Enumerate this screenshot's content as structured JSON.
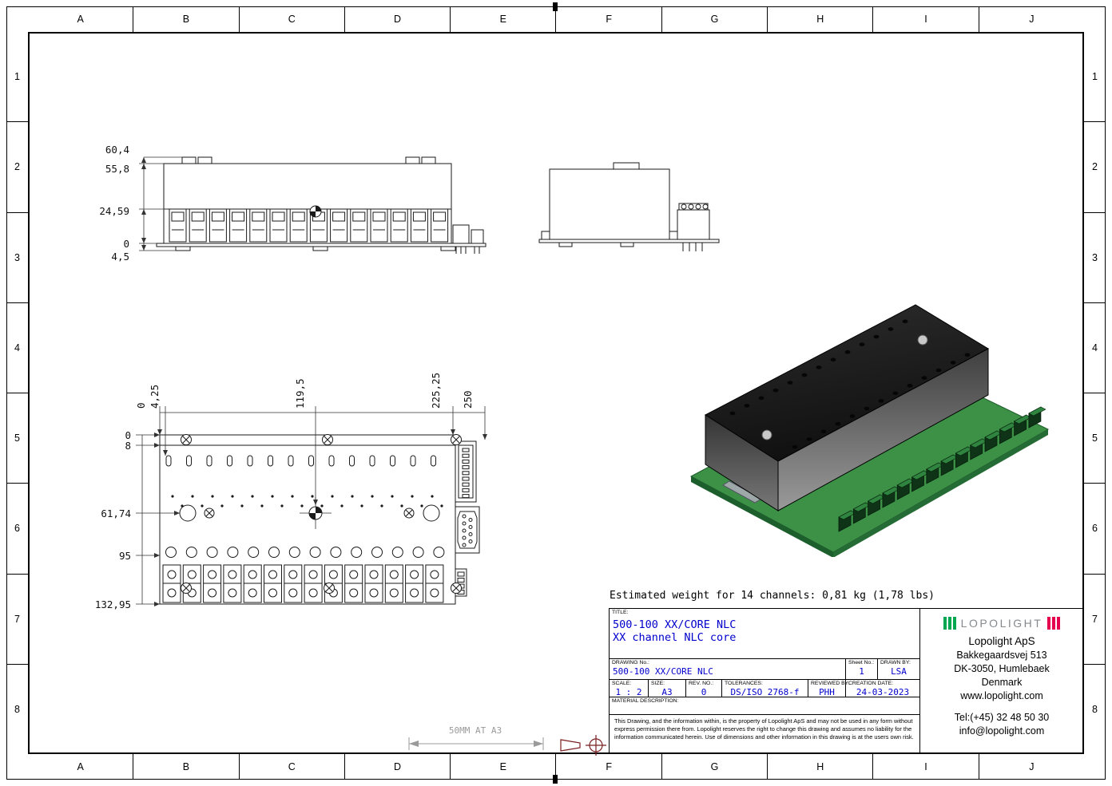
{
  "border": {
    "columns": [
      "A",
      "B",
      "C",
      "D",
      "E",
      "F",
      "G",
      "H",
      "I",
      "J"
    ],
    "rows": [
      "1",
      "2",
      "3",
      "4",
      "5",
      "6",
      "7",
      "8"
    ]
  },
  "side_view": {
    "dim_labels": [
      "60,4",
      "55,8",
      "24,59",
      "0",
      "4,5"
    ]
  },
  "top_view": {
    "top_dims": [
      "0",
      "4,25",
      "119,5",
      "225,25",
      "250"
    ],
    "left_dims": [
      "0",
      "8",
      "61,74",
      "95",
      "132,95"
    ]
  },
  "notes": {
    "weight": "Estimated weight for 14 channels: 0,81 kg (1,78 lbs)",
    "scale_ref": "50MM AT A3"
  },
  "title_block": {
    "title_label": "TITLE:",
    "title_line1": "500-100 XX/CORE NLC",
    "title_line2": "XX channel NLC core",
    "drawing_no_label": "DRAWING No.:",
    "drawing_no": "500-100 XX/CORE NLC",
    "sheet_label": "Sheet No.:",
    "sheet": "1",
    "drawn_by_label": "DRAWN BY:",
    "drawn_by": "LSA",
    "scale_label": "SCALE:",
    "scale": "1 : 2",
    "size_label": "SIZE:",
    "size": "A3",
    "rev_label": "REV. NO.:",
    "rev": "0",
    "tolerances_label": "TOLERANCES:",
    "tolerances": "DS/ISO 2768-f",
    "reviewed_label": "REVIEWED BY:",
    "reviewed": "PHH",
    "date_label": "CREATION DATE:",
    "date": "24-03-2023",
    "material_label": "MATERIAL DESCRIPTION:",
    "legal": "This Drawing, and the information within, is the property of Lopolight ApS and may not be used in any form without express permission there from. Lopolight reserves the right to change this drawing and assumes no liability for the information communicated herein. Use of dimensions and other information in this drawing is at the users own risk."
  },
  "company": {
    "logo_text": "LOPOLIGHT",
    "name": "Lopolight ApS",
    "street": "Bakkegaardsvej 513",
    "city": "DK-3050, Humlebaek",
    "country": "Denmark",
    "website": "www.lopolight.com",
    "phone": "Tel:(+45) 32 48 50 30",
    "email": "info@lopolight.com"
  },
  "colors": {
    "value_blue": "#0000cd",
    "logo_green": "#00a650",
    "logo_red": "#e5004f",
    "pcb_green": "#3c9147",
    "scale_gray": "#9a9a9a",
    "symbol_red": "#7a1f1f"
  }
}
